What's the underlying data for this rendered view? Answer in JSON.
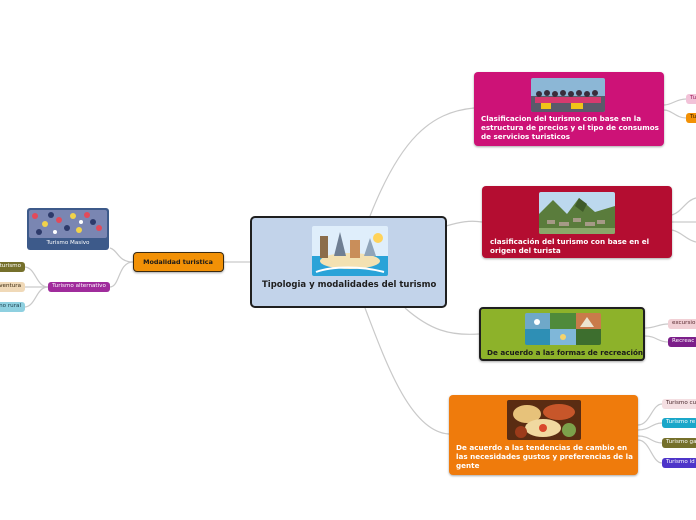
{
  "central": {
    "title": "Tipologia y modalidades del turismo"
  },
  "branches": {
    "precios": {
      "label": "Clasificacion del turismo con base en la estructura de precios y el tipo de consumos de servicios turisticos"
    },
    "origen": {
      "label": "clasificación del turismo con base en el origen del turista"
    },
    "recreacion": {
      "label": "De acuerdo a las formas de recreación",
      "children": [
        "excursio",
        "Recreac"
      ]
    },
    "tendencias": {
      "label": "De acuerdo a las tendencias de cambio en las necesidades gustos y preferencias de la gente",
      "children": [
        "Turismo cu",
        "Turismo re",
        "Turismo ga",
        "Turismo id"
      ]
    },
    "modalidad": {
      "label": "Modalidad turistica",
      "masivo": "Turismo Masivo",
      "alternativo": "Turismo alternativo",
      "alt_children": [
        "turismo",
        "ventura",
        "no rural"
      ]
    }
  },
  "precios_children": [
    "Tu",
    "Tu"
  ],
  "colors": {
    "central_bg": "#c2d3ea",
    "magenta": "#cd1277",
    "crimson": "#b40d31",
    "green": "#8db22a",
    "orange": "#ef7b0c",
    "modalidad": "#f29106"
  },
  "icons": [
    "photo-collage-travel",
    "photo-group-tourists",
    "photo-machu-picchu",
    "photo-recreation-collage",
    "photo-food",
    "photo-crowd"
  ]
}
